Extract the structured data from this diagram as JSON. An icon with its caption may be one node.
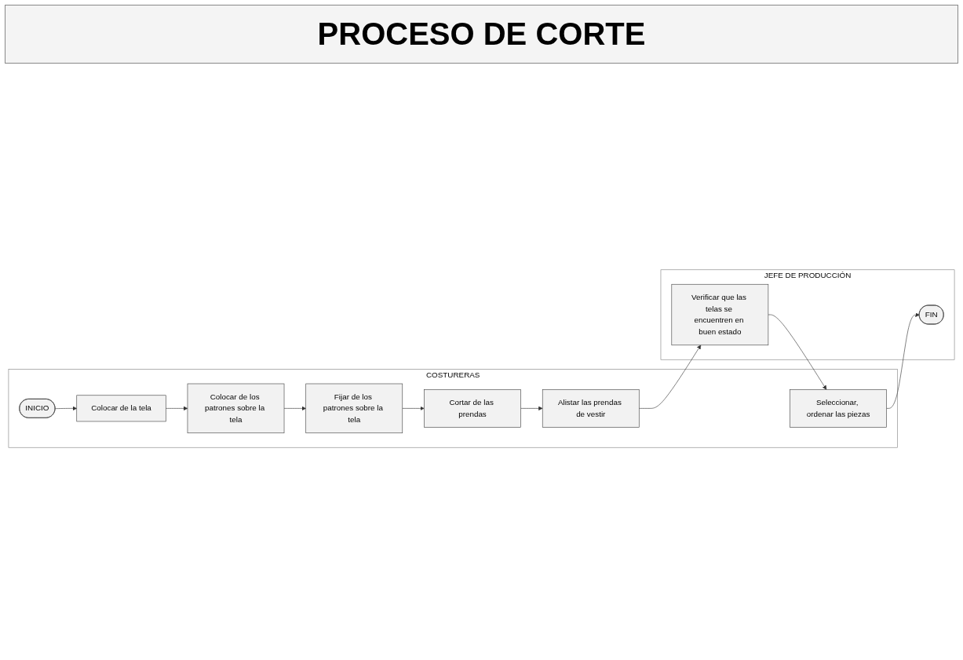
{
  "diagram": {
    "title": "PROCESO DE CORTE",
    "nodes": [
      {
        "text": [
          "COSTURERAS"
        ]
      },
      {
        "text": [
          "JEFE DE PRODUCCIÓN"
        ]
      },
      {
        "text": [
          "INICIO"
        ],
        "in": 0
      },
      {
        "text": [
          "Colocar de la tela"
        ],
        "in": 0
      },
      {
        "text": [
          "Colocar de los patrones sobre la tela"
        ],
        "in": 0
      },
      {
        "text": [
          "Fijar de los patrones sobre la tela"
        ],
        "in": 0
      },
      {
        "text": [
          "Cortar de las prendas"
        ],
        "in": 0
      },
      {
        "text": [
          "Alistar las prendas de vestir"
        ],
        "in": 0
      },
      {
        "text": [
          "Verificar que las telas se encuentren en buen estado"
        ],
        "in": 1
      },
      {
        "text": [
          "Seleccionar, ordenar las piezas"
        ],
        "in": 0
      },
      {
        "text": [
          "FIN"
        ],
        "in": 1
      }
    ],
    "edges": [
      {
        "from": 2,
        "to": 3,
        "arrow": "to"
      },
      {
        "from": 3,
        "to": 4,
        "arrow": "to"
      },
      {
        "from": 4,
        "to": 5,
        "arrow": "to"
      },
      {
        "from": 5,
        "to": 6,
        "arrow": "to"
      },
      {
        "from": 6,
        "to": 7,
        "arrow": "to"
      },
      {
        "from": 7,
        "to": 8,
        "arrow": "to"
      },
      {
        "from": 8,
        "to": 9,
        "arrow": "to"
      },
      {
        "from": 9,
        "to": 10,
        "arrow": "to"
      }
    ]
  }
}
